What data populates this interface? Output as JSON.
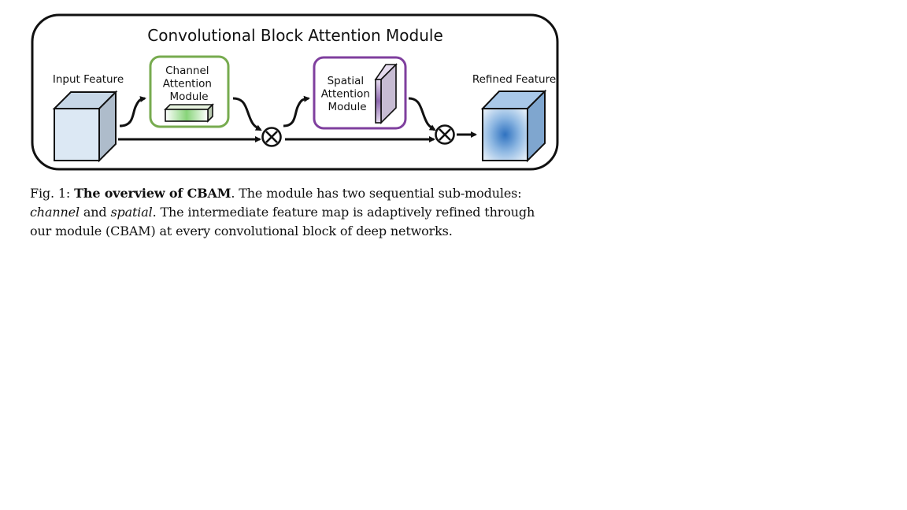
{
  "figure": {
    "title": "Convolutional Block Attention Module",
    "input_label": "Input Feature",
    "channel_module_lines": [
      "Channel",
      "Attention",
      "Module"
    ],
    "spatial_module_lines": [
      "Spatial",
      "Attention",
      "Module"
    ],
    "refined_label": "Refined Feature",
    "colors": {
      "outline": "#111111",
      "channel_box": "#77ab4f",
      "spatial_box": "#7f3f9e",
      "channel_fill": "#88d47a",
      "spatial_fill": "#8f6ab0",
      "input_cube": "#dce8f4",
      "refined_cube": "#2f72c0"
    }
  },
  "caption": {
    "prefix": "Fig. 1: ",
    "bold": "The overview of CBAM",
    "text1": ". The module has two sequential sub-modules:",
    "italic1": "channel",
    "text2": " and ",
    "italic2": "spatial",
    "text3": ". The intermediate feature map is adaptively refined through",
    "text4": "our module (CBAM) at every convolutional block of deep networks."
  }
}
